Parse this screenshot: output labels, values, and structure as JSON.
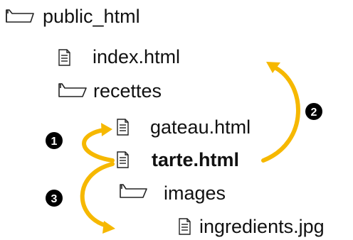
{
  "tree": {
    "root": {
      "label": "public_html",
      "icon": "folder-icon"
    },
    "index": {
      "label": "index.html",
      "icon": "file-icon"
    },
    "recettes": {
      "label": "recettes",
      "icon": "folder-icon"
    },
    "gateau": {
      "label": "gateau.html",
      "icon": "file-icon"
    },
    "tarte": {
      "label": "tarte.html",
      "icon": "file-icon"
    },
    "images": {
      "label": "images",
      "icon": "folder-icon"
    },
    "ingredients": {
      "label": "ingredients.jpg",
      "icon": "file-icon"
    }
  },
  "badges": {
    "one": "1",
    "two": "2",
    "three": "3"
  },
  "colors": {
    "arrow": "#f6b800",
    "text": "#111111",
    "badge": "#000000"
  }
}
